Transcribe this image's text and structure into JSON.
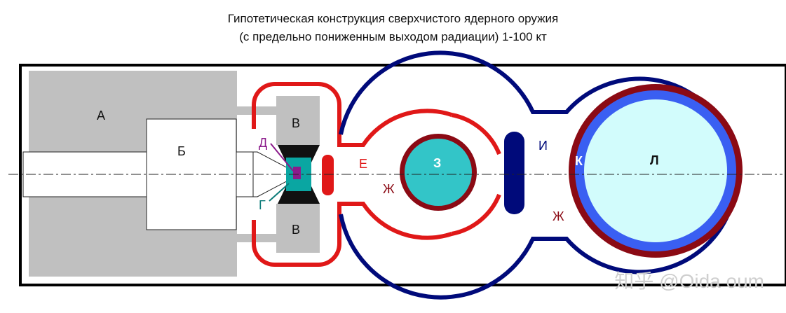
{
  "title": {
    "line1": "Гипотетическая конструкция сверхчистого ядерного оружия",
    "line2": "(с предельно пониженным выходом радиации) 1-100 кт"
  },
  "labels": {
    "a": "А",
    "b": "Б",
    "v_top": "В",
    "v_bottom": "В",
    "g": "Г",
    "d": "Д",
    "e": "Е",
    "zh_inner": "Ж",
    "z": "З",
    "i": "И",
    "zh_outer": "Ж",
    "k": "К",
    "l": "Л"
  },
  "watermark": "知乎 @Oida oum",
  "colors": {
    "navy": "#000a7a",
    "red": "#e01818",
    "maroon": "#8b0a14",
    "teal": "#33c5c8",
    "light_cyan": "#d2fcfc",
    "blue": "#3a5ff2",
    "gray": "#c0c0c0",
    "purple": "#8b1a8b",
    "dark_teal": "#0a7a78"
  }
}
